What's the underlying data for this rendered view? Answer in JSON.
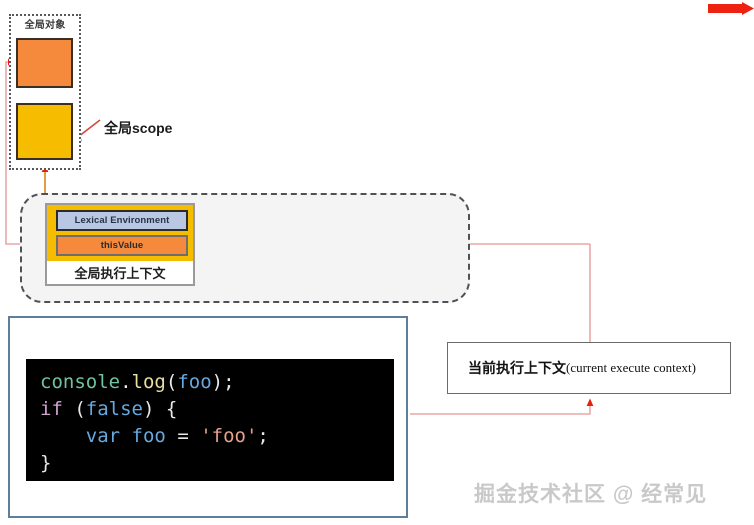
{
  "diagram": {
    "title": "JavaScript Global Execution Context Diagram",
    "global_object": {
      "label": "全局对象",
      "boxes": [
        {
          "name": "global-object-inner",
          "color": "#f58a3c"
        },
        {
          "name": "global-scope-inner",
          "color": "#f5bc00"
        }
      ]
    },
    "annotations": {
      "scope_label": "全局scope"
    },
    "execution_context": {
      "rows": [
        {
          "key": "lexical_environment",
          "label": "Lexical Environment",
          "color": "#b9c7e2"
        },
        {
          "key": "this_value",
          "label": "thisValue",
          "color": "#f58a3c"
        }
      ],
      "footer_label": "全局执行上下文"
    },
    "code": {
      "lines": [
        [
          {
            "t": "console",
            "c": "tok-fn"
          },
          {
            "t": ".",
            "c": "tok-plain"
          },
          {
            "t": "log",
            "c": "tok-prop"
          },
          {
            "t": "(",
            "c": "tok-plain"
          },
          {
            "t": "foo",
            "c": "tok-var"
          },
          {
            "t": ");",
            "c": "tok-plain"
          }
        ],
        [
          {
            "t": "if",
            "c": "tok-kw"
          },
          {
            "t": " (",
            "c": "tok-plain"
          },
          {
            "t": "false",
            "c": "tok-bool"
          },
          {
            "t": ") {",
            "c": "tok-plain"
          }
        ],
        [
          {
            "t": "    ",
            "c": "tok-plain"
          },
          {
            "t": "var",
            "c": "tok-decl"
          },
          {
            "t": " ",
            "c": "tok-plain"
          },
          {
            "t": "foo",
            "c": "tok-var"
          },
          {
            "t": " = ",
            "c": "tok-plain"
          },
          {
            "t": "'foo'",
            "c": "tok-str"
          },
          {
            "t": ";",
            "c": "tok-plain"
          }
        ],
        [
          {
            "t": "}",
            "c": "tok-plain"
          }
        ]
      ],
      "plain_text": "console.log(foo);\nif (false) {\n    var foo = 'foo';\n}"
    },
    "current_context_callout": {
      "cn": "当前执行上下文",
      "en": "(current  execute context)"
    },
    "watermark": "掘金技术社区 @ 经常见",
    "colors": {
      "orange": "#f58a3c",
      "yellow": "#f5bc00",
      "blue_row": "#b9c7e2",
      "connector_red": "#e8b0ae",
      "arrow_red": "#e81c0d",
      "panel_border": "#5d7f9c"
    }
  }
}
